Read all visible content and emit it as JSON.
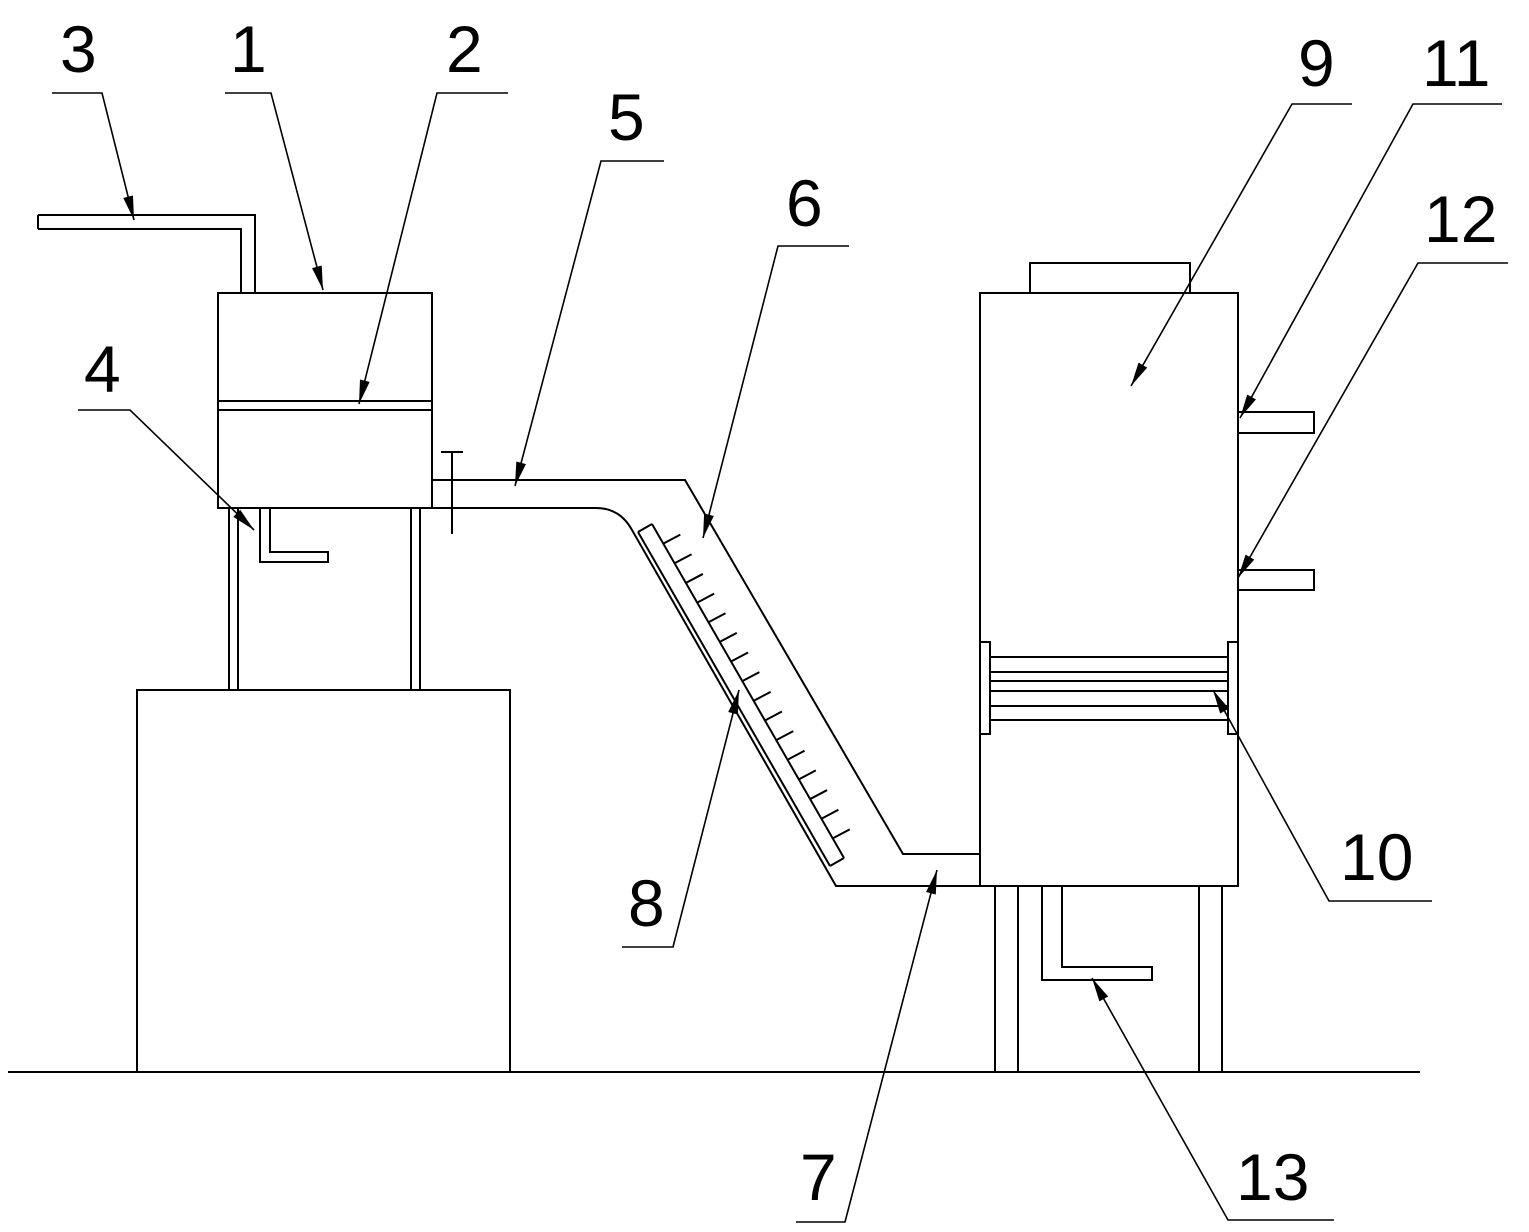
{
  "labels": [
    {
      "id": "3",
      "text": "3"
    },
    {
      "id": "1",
      "text": "1"
    },
    {
      "id": "2",
      "text": "2"
    },
    {
      "id": "5",
      "text": "5"
    },
    {
      "id": "4",
      "text": "4"
    },
    {
      "id": "6",
      "text": "6"
    },
    {
      "id": "9",
      "text": "9"
    },
    {
      "id": "11",
      "text": "11"
    },
    {
      "id": "12",
      "text": "12"
    },
    {
      "id": "10",
      "text": "10"
    },
    {
      "id": "8",
      "text": "8"
    },
    {
      "id": "7",
      "text": "7"
    },
    {
      "id": "13",
      "text": "13"
    }
  ],
  "colors": {
    "line": "#000000",
    "background": "#ffffff"
  }
}
